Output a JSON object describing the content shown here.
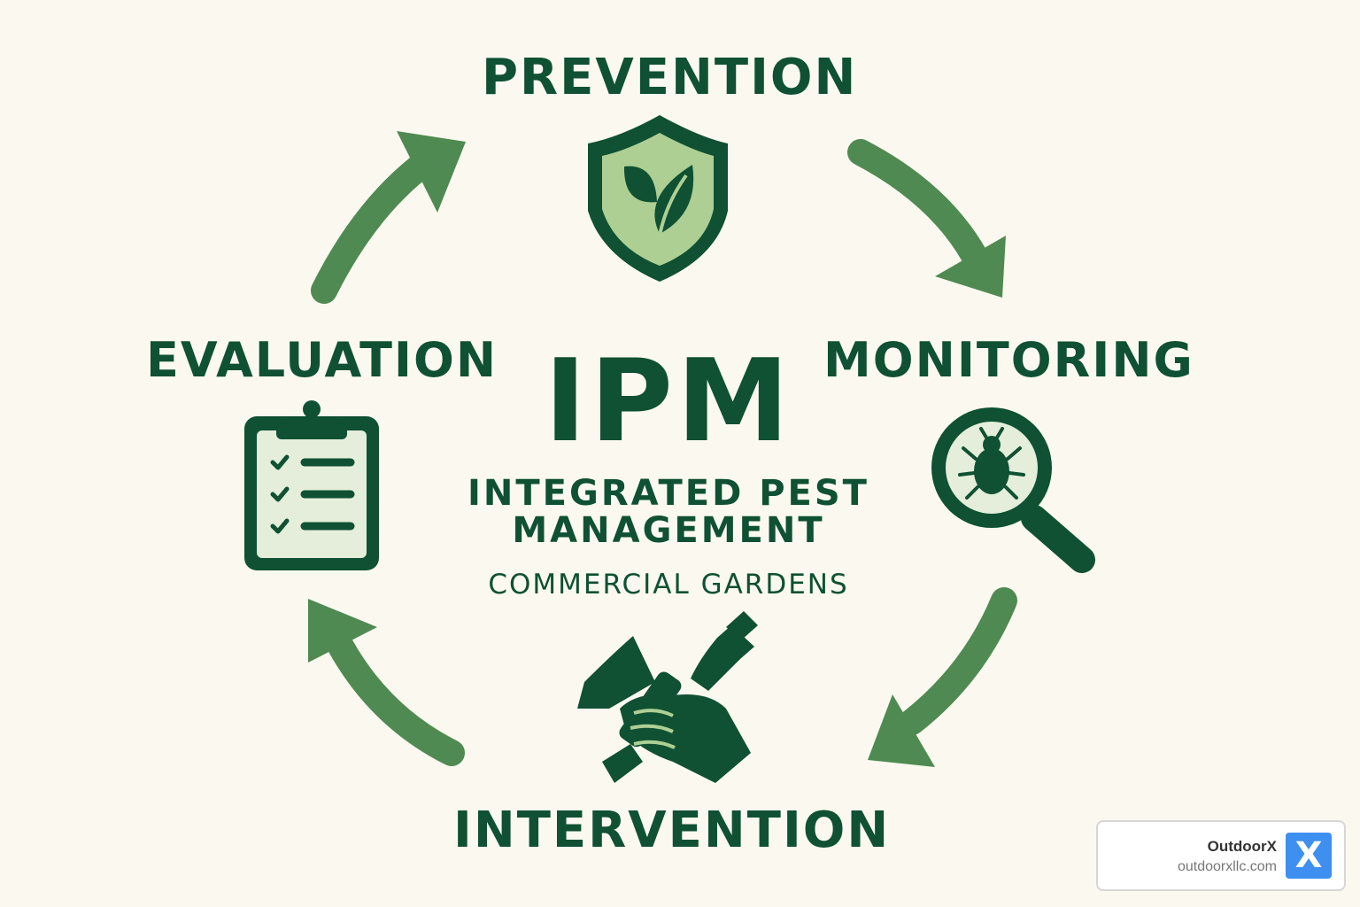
{
  "cycle": {
    "stages": [
      {
        "label": "PREVENTION",
        "icon": "shield-leaf-icon"
      },
      {
        "label": "MONITORING",
        "icon": "magnifier-bug-icon"
      },
      {
        "label": "INTERVENTION",
        "icon": "hand-tools-icon"
      },
      {
        "label": "EVALUATION",
        "icon": "clipboard-checklist-icon"
      }
    ]
  },
  "center": {
    "abbreviation": "IPM",
    "full_name_line1": "INTEGRATED PEST",
    "full_name_line2": "MANAGEMENT",
    "subtitle": "COMMERCIAL GARDENS"
  },
  "badge": {
    "brand": "OutdoorX",
    "url": "outdoorxllc.com",
    "logo_letter": "X"
  },
  "colors": {
    "background": "#fbf9ef",
    "dark_green": "#0f5132",
    "arrow_green": "#4f8a52",
    "light_green": "#aecf94",
    "pale_green": "#e4eedb",
    "badge_logo_blue": "#3d8ff0"
  }
}
